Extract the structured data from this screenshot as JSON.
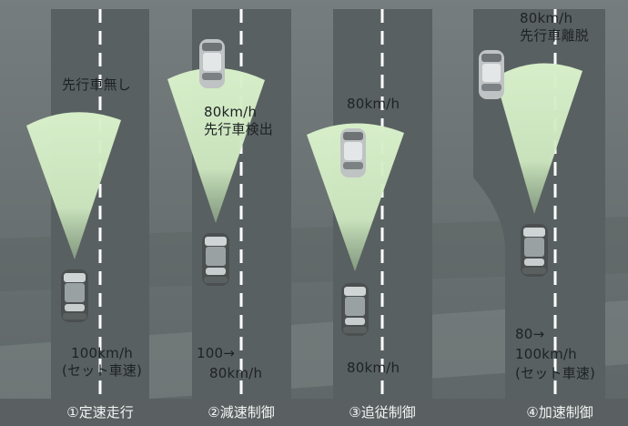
{
  "panels": [
    {
      "caption": "①定速走行",
      "lead_vehicle_status": "先行車無し",
      "speed_line1": "100km/h",
      "speed_line2": "(セット車速)"
    },
    {
      "caption": "②減速制御",
      "lead_vehicle_speed": "80km/h",
      "lead_vehicle_status": "先行車検出",
      "speed_line1": "100→",
      "speed_line2": "80km/h"
    },
    {
      "caption": "③追従制御",
      "lead_vehicle_speed": "80km/h",
      "speed_line1": "80km/h"
    },
    {
      "caption": "④加速制御",
      "lead_vehicle_speed": "80km/h",
      "lead_vehicle_status": "先行車離脱",
      "speed_line1": "80→",
      "speed_line2": "100km/h",
      "speed_line3": "(セット車速)"
    }
  ],
  "colors": {
    "background": "#6e7475",
    "lane": "#585f61",
    "radar_fan": "#d7efc9",
    "lane_marking": "#ffffff",
    "label_text": "#1e2224",
    "caption_text": "#f4f4f4"
  }
}
